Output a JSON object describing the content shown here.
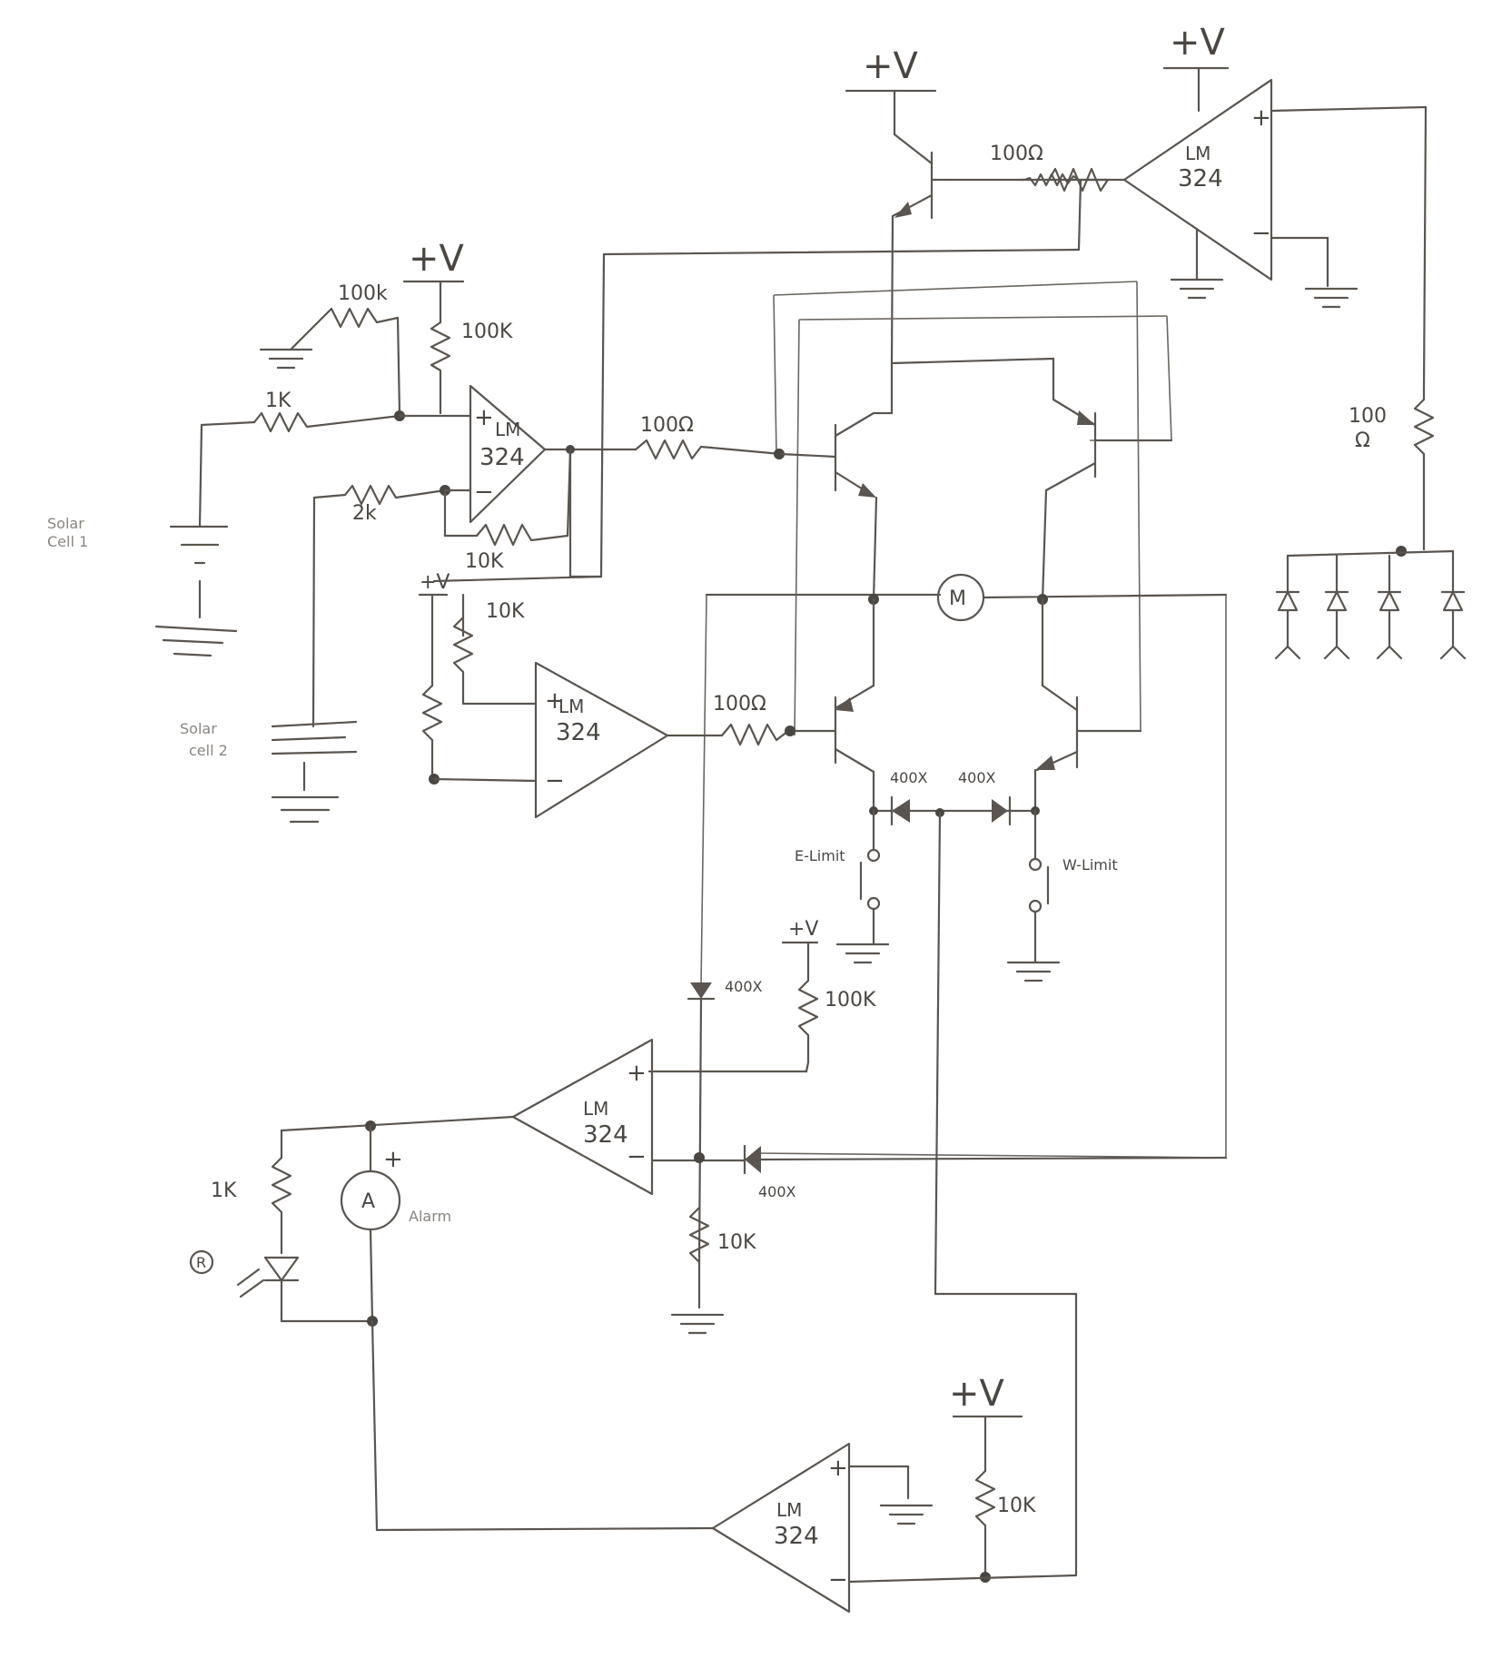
{
  "supply": {
    "vplus": "+V"
  },
  "opamps": {
    "part": "LM",
    "num": "324"
  },
  "components": {
    "r_100k_top": "100k",
    "r_100k_pull": "100K",
    "r_1k_in": "1K",
    "r_2k": "2k",
    "r_10k_fb": "10K",
    "r_100_a": "100Ω",
    "r_100_b": "100Ω",
    "r_100_c": "100Ω",
    "r_10k_div": "10K",
    "r_100k_mid": "100K",
    "r_10k_low": "10K",
    "r_1k_led": "1K",
    "r_10k_bot": "10K",
    "r_100_right_a": "100",
    "r_100_right_b": "Ω",
    "diode_e": "400X",
    "diode_w": "400X",
    "diode_top": "400X",
    "diode_fb": "400X"
  },
  "labels": {
    "solar1_a": "Solar",
    "solar1_b": "Cell 1",
    "solar2_a": "Solar",
    "solar2_b": "cell 2",
    "motor": "M",
    "e_limit": "E-Limit",
    "w_limit": "W-Limit",
    "ammeter": "A",
    "alarm": "Alarm",
    "led": "R",
    "plus": "+",
    "minus": "−"
  }
}
